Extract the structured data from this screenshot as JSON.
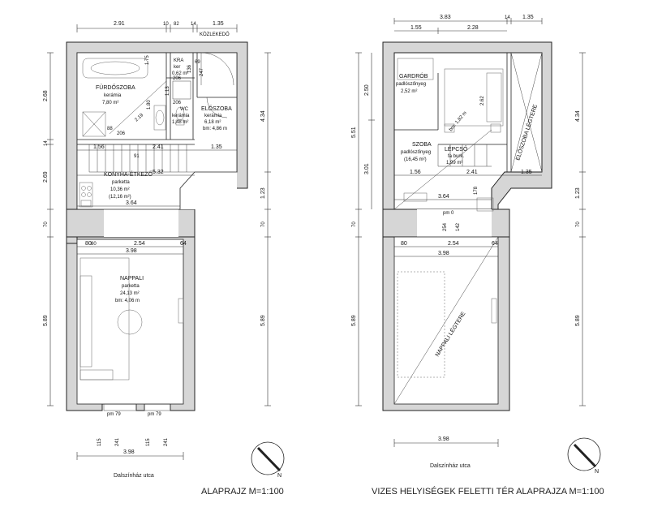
{
  "plans": [
    {
      "title": "ALAPRAJZ M=1:100",
      "street": "Dalszínház utca",
      "north": "N",
      "rooms": [
        {
          "name": "FÜRDŐSZOBA",
          "floor": "kerámia",
          "area": "7,80 m²"
        },
        {
          "name": "KRA",
          "floor": "ker",
          "area": "0,62 m²"
        },
        {
          "name": "WC",
          "floor": "kerámia",
          "area": "1,48 m²"
        },
        {
          "name": "ELŐSZOBA",
          "floor": "kerámia",
          "area": "6,18 m²",
          "height": "bm: 4,86 m"
        },
        {
          "name": "KONYHA-ÉTKEZŐ",
          "floor": "parketta",
          "area": "10,36 m²",
          "area2": "(12,16 m²)"
        },
        {
          "name": "NAPPALI",
          "floor": "parketta",
          "area": "24,13 m²",
          "height": "bm: 4,06 m"
        },
        {
          "name": "KÖZLEKEDŐ"
        }
      ],
      "dims_top": [
        "2.91",
        "10",
        "82",
        "14",
        "1.35"
      ],
      "dims_left": [
        "2.68",
        "14",
        "2.69",
        "70",
        "5.89"
      ],
      "dims_right": [
        "4.34",
        "1.23",
        "70",
        "5.89"
      ],
      "dims_inner": [
        "1.56",
        "2.41",
        "1.35",
        "5.32",
        "3.64",
        "80",
        "2.54",
        "64",
        "3.98",
        "2.19",
        "1.80",
        "1.13",
        "1.75",
        "206",
        "206",
        "206",
        "247",
        "136",
        "69",
        "88",
        "80",
        "91"
      ],
      "dims_bottom": [
        "115",
        "241",
        "115",
        "241",
        "3.98"
      ],
      "windows": [
        "pm 79",
        "pm 79"
      ]
    },
    {
      "title": "VIZES HELYISÉGEK FELETTI TÉR ALAPRAJZA  M=1:100",
      "street": "Dalszínház utca",
      "north": "N",
      "rooms": [
        {
          "name": "GARDRÓB",
          "floor": "padlószőnyeg",
          "area": "2,52 m²"
        },
        {
          "name": "SZOBA",
          "floor": "padlószőnyeg",
          "area": "(16,45 m²)"
        },
        {
          "name": "LÉPCSŐ",
          "floor": "fa burk.",
          "area": "1,99 m²"
        },
        {
          "name": "ELŐSZOBA LÉGTERE"
        },
        {
          "name": "NAPPALI LÉGTERE"
        }
      ],
      "dims_top": [
        "3.83",
        "14",
        "1.35",
        "1.55",
        "2.28"
      ],
      "dims_left": [
        "5.51",
        "2.50",
        "3.01",
        "70",
        "5.89"
      ],
      "dims_right": [
        "4.34",
        "1.23",
        "70",
        "5.89"
      ],
      "dims_inner": [
        "1.56",
        "2.41",
        "1.35",
        "3.64",
        "pm 0",
        "254",
        "142",
        "80",
        "2.54",
        "64",
        "3.98",
        "2.62",
        "bm: 1,82 m",
        "178"
      ],
      "dims_bottom": [
        "3.98"
      ]
    }
  ]
}
